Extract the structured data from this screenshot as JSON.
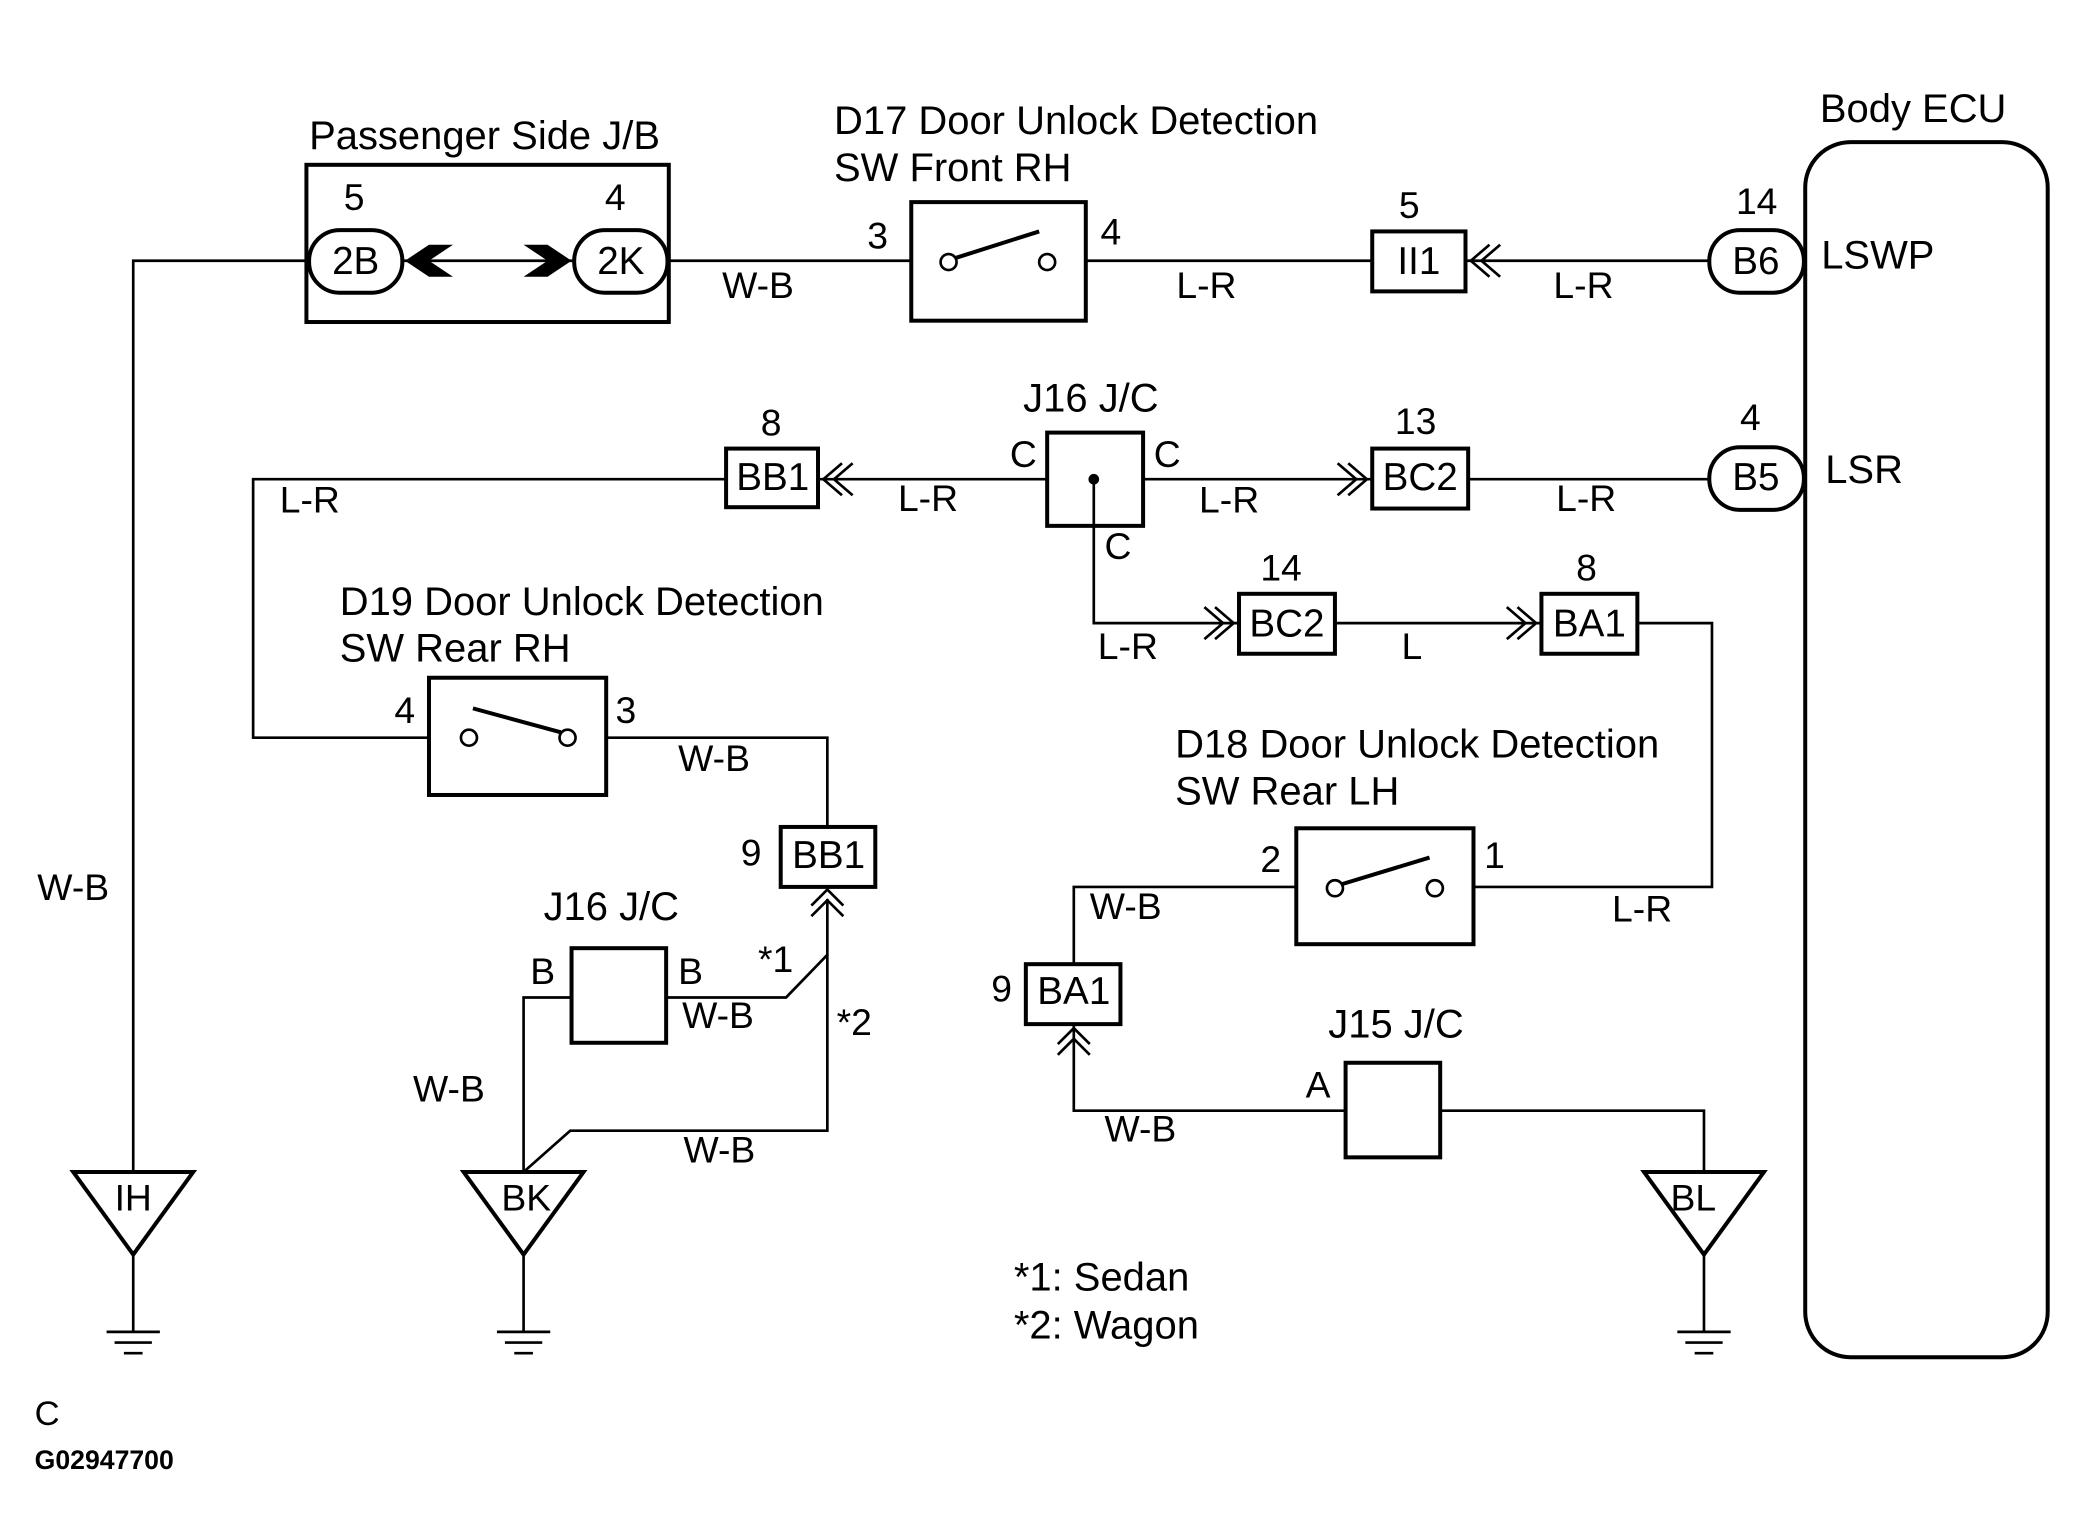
{
  "components": {
    "jb": {
      "title": "Passenger Side J/B",
      "left_pin": "5",
      "left_conn": "2B",
      "right_pin": "4",
      "right_conn": "2K"
    },
    "d17": {
      "title_1": "D17 Door Unlock Detection",
      "title_2": "SW Front RH",
      "pin_in": "3",
      "pin_out": "4"
    },
    "ii1": {
      "label": "II1",
      "pin": "5"
    },
    "ecu": {
      "title": "Body ECU",
      "b6": "B6",
      "b6_pin": "14",
      "lswp": "LSWP",
      "b5": "B5",
      "b5_pin": "4",
      "lsr": "LSR"
    },
    "j16_top": {
      "title": "J16 J/C",
      "c_left": "C",
      "c_right": "C",
      "c_bottom": "C"
    },
    "bb1_top": {
      "label": "BB1",
      "pin": "8"
    },
    "bc2_13": {
      "label": "BC2",
      "pin": "13"
    },
    "bc2_14": {
      "label": "BC2",
      "pin": "14"
    },
    "ba1_8": {
      "label": "BA1",
      "pin": "8"
    },
    "d19": {
      "title_1": "D19 Door Unlock Detection",
      "title_2": "SW Rear RH",
      "pin_a": "4",
      "pin_b": "3"
    },
    "bb1_9": {
      "label": "BB1",
      "pin": "9"
    },
    "j16_bottom": {
      "title": "J16 J/C",
      "b_left": "B",
      "b_right": "B"
    },
    "d18": {
      "title_1": "D18 Door Unlock Detection",
      "title_2": "SW Rear LH",
      "pin_a": "2",
      "pin_b": "1"
    },
    "ba1_9": {
      "label": "BA1",
      "pin": "9"
    },
    "j15": {
      "title": "J15 J/C",
      "a": "A"
    },
    "grounds": {
      "ih": "IH",
      "bk": "BK",
      "bl": "BL"
    }
  },
  "wire_colors": {
    "wb_jb_d17": "W-B",
    "lr_d17_ii1": "L-R",
    "lr_ii1_b6": "L-R",
    "lr_left": "L-R",
    "lr_bb1_j16": "L-R",
    "lr_j16_bc2": "L-R",
    "lr_bc2_b5": "L-R",
    "lr_j16_bc2b": "L-R",
    "l_bc2_ba1": "L",
    "wb_d19_bb1": "W-B",
    "wb_ih": "W-B",
    "wb_j16b_right": "W-B",
    "wb_bk_left": "W-B",
    "wb_bk_bottom": "W-B",
    "wb_d18_left": "W-B",
    "lr_d18_right": "L-R",
    "wb_ba1_j15": "W-B"
  },
  "notes": {
    "star1": "*1",
    "star2": "*2",
    "legend_1": "*1: Sedan",
    "legend_2": "*2: Wagon"
  },
  "footer": {
    "code": "C",
    "figure_id": "G02947700"
  }
}
